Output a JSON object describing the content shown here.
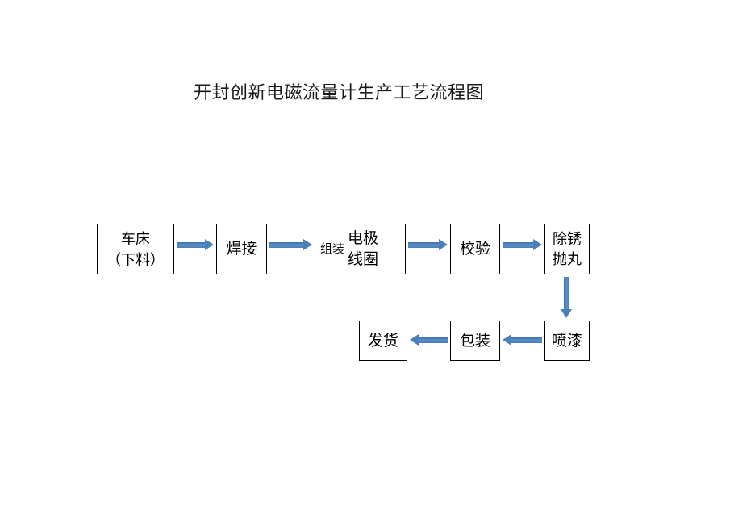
{
  "page": {
    "title": "开封创新电磁流量计生产工艺流程图",
    "background_color": "#ffffff",
    "box_border_color": "#000000",
    "arrow_color": "#4a7fba"
  },
  "flowchart": {
    "type": "process-flow",
    "nodes": [
      {
        "id": "lathe",
        "label": "车床\n（下料）",
        "row": 1,
        "order": 1
      },
      {
        "id": "weld",
        "label": "焊接",
        "row": 1,
        "order": 2
      },
      {
        "id": "assemble",
        "label_left": "组装",
        "label_right": "电极\n线圈",
        "row": 1,
        "order": 3
      },
      {
        "id": "verify",
        "label": "校验",
        "row": 1,
        "order": 4
      },
      {
        "id": "derust",
        "label": "除锈\n抛丸",
        "row": 1,
        "order": 5
      },
      {
        "id": "paint",
        "label": "喷漆",
        "row": 2,
        "order": 1
      },
      {
        "id": "pack",
        "label": "包装",
        "row": 2,
        "order": 2
      },
      {
        "id": "ship",
        "label": "发货",
        "row": 2,
        "order": 3
      }
    ],
    "edges": [
      {
        "from": "lathe",
        "to": "weld",
        "direction": "right"
      },
      {
        "from": "weld",
        "to": "assemble",
        "direction": "right"
      },
      {
        "from": "assemble",
        "to": "verify",
        "direction": "right"
      },
      {
        "from": "verify",
        "to": "derust",
        "direction": "right"
      },
      {
        "from": "derust",
        "to": "paint",
        "direction": "down"
      },
      {
        "from": "paint",
        "to": "pack",
        "direction": "left"
      },
      {
        "from": "pack",
        "to": "ship",
        "direction": "left"
      }
    ]
  }
}
